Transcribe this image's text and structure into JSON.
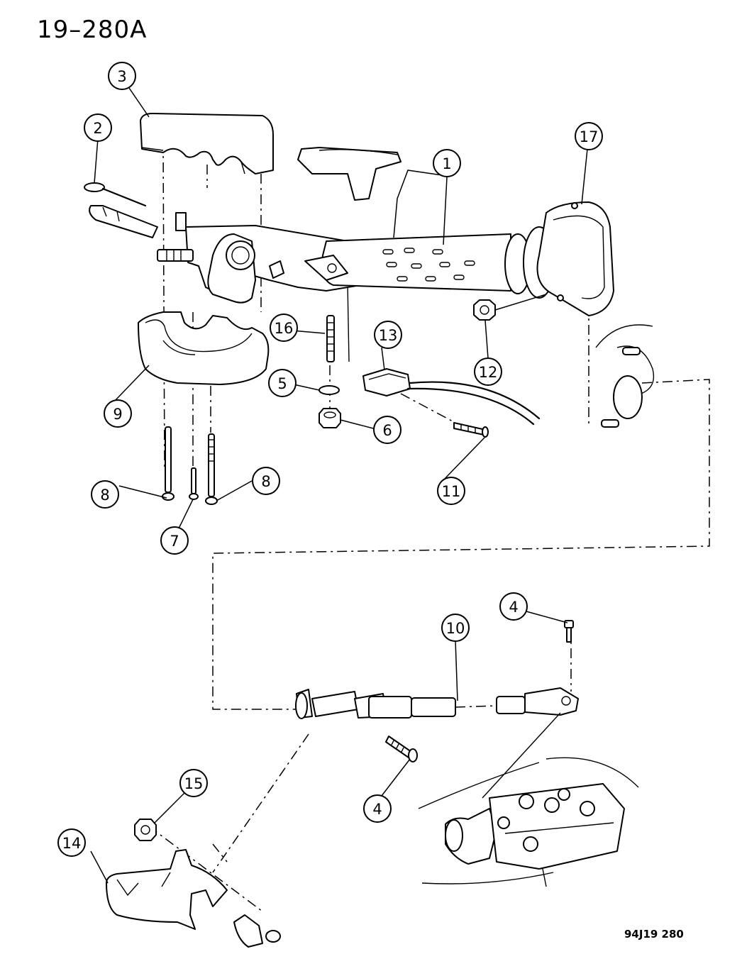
{
  "header": {
    "title": "19–280A"
  },
  "footer": {
    "figure_code": "94J19  280"
  },
  "callouts": [
    {
      "id": "c1",
      "label": "1"
    },
    {
      "id": "c2",
      "label": "2"
    },
    {
      "id": "c3",
      "label": "3"
    },
    {
      "id": "c4a",
      "label": "4"
    },
    {
      "id": "c4b",
      "label": "4"
    },
    {
      "id": "c5",
      "label": "5"
    },
    {
      "id": "c6",
      "label": "6"
    },
    {
      "id": "c7",
      "label": "7"
    },
    {
      "id": "c8a",
      "label": "8"
    },
    {
      "id": "c8b",
      "label": "8"
    },
    {
      "id": "c9",
      "label": "9"
    },
    {
      "id": "c10",
      "label": "10"
    },
    {
      "id": "c11",
      "label": "11"
    },
    {
      "id": "c12",
      "label": "12"
    },
    {
      "id": "c13",
      "label": "13"
    },
    {
      "id": "c14",
      "label": "14"
    },
    {
      "id": "c15",
      "label": "15"
    },
    {
      "id": "c16",
      "label": "16"
    },
    {
      "id": "c17",
      "label": "17"
    }
  ]
}
